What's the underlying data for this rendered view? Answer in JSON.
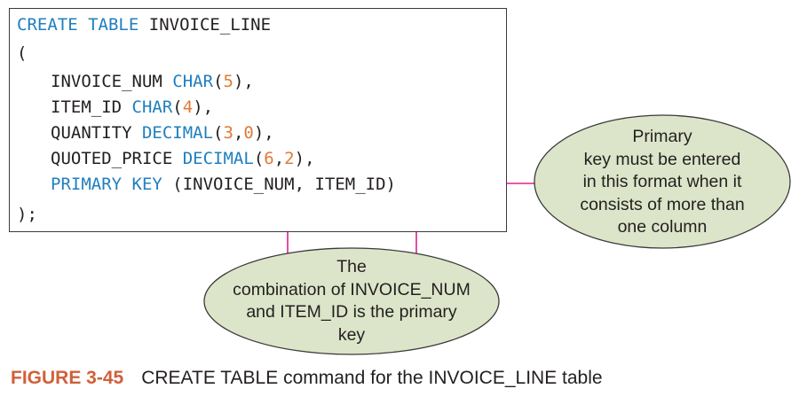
{
  "code": {
    "line1": {
      "kw_create": "CREATE",
      "kw_table": "TABLE",
      "name": "INVOICE_LINE"
    },
    "open_paren": "(",
    "columns": [
      {
        "name": "INVOICE_NUM",
        "type": "CHAR",
        "open": "(",
        "args": [
          {
            "value": "5"
          }
        ],
        "close": "),",
        "sep": ","
      },
      {
        "name": "ITEM_ID",
        "type": "CHAR",
        "open": "(",
        "args": [
          {
            "value": "4"
          }
        ],
        "close": "),",
        "sep": ","
      },
      {
        "name": "QUANTITY",
        "type": "DECIMAL",
        "open": "(",
        "args": [
          {
            "value": "3",
            "sep": ","
          },
          {
            "value": "0"
          }
        ],
        "close": "),",
        "sep": ","
      },
      {
        "name": "QUOTED_PRICE",
        "type": "DECIMAL",
        "open": "(",
        "args": [
          {
            "value": "6",
            "sep": ","
          },
          {
            "value": "2"
          }
        ],
        "close": "),",
        "sep": ","
      }
    ],
    "pk": {
      "kw": "PRIMARY KEY",
      "cols": "(INVOICE_NUM, ITEM_ID)"
    },
    "close": ");"
  },
  "callouts": {
    "right": {
      "lines": [
        "Primary",
        "key must be entered",
        "in this format when it",
        "consists of more than",
        "one column"
      ]
    },
    "bottom": {
      "lines": [
        "The",
        "combination of INVOICE_NUM",
        "and ITEM_ID is the primary",
        "key"
      ]
    }
  },
  "caption": {
    "label": "FIGURE 3-45",
    "title": "CREATE TABLE command for the INVOICE_LINE table"
  },
  "colors": {
    "keyword": "#1f7fbf",
    "number": "#e07b39",
    "ellipse_fill": "#dce5c9",
    "arrow": "#e0218a",
    "caption_label": "#d0603a"
  }
}
